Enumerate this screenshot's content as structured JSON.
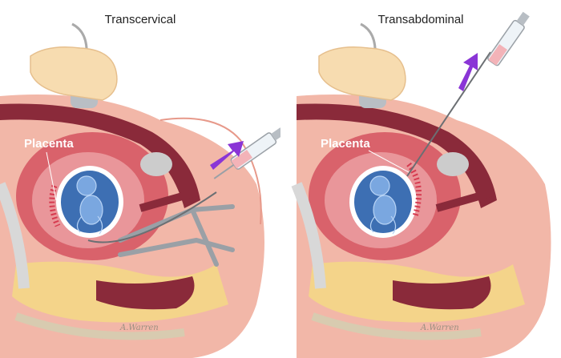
{
  "panels": [
    {
      "title": "Transcervical",
      "placenta_label": "Placenta",
      "signature": "A.Warren"
    },
    {
      "title": "Transabdominal",
      "placenta_label": "Placenta",
      "signature": "A.Warren"
    }
  ],
  "colors": {
    "skin": "#f2b7a8",
    "uterus_wall": "#d9626b",
    "uterus_cavity": "#e9969a",
    "dark_tissue": "#8a2a3a",
    "fetus_sac": "#3d6fb3",
    "fat_yellow": "#f4d48a",
    "arrow": "#8a35d6",
    "instrument": "#9aa0a6",
    "hand": "#f7dcb0"
  }
}
